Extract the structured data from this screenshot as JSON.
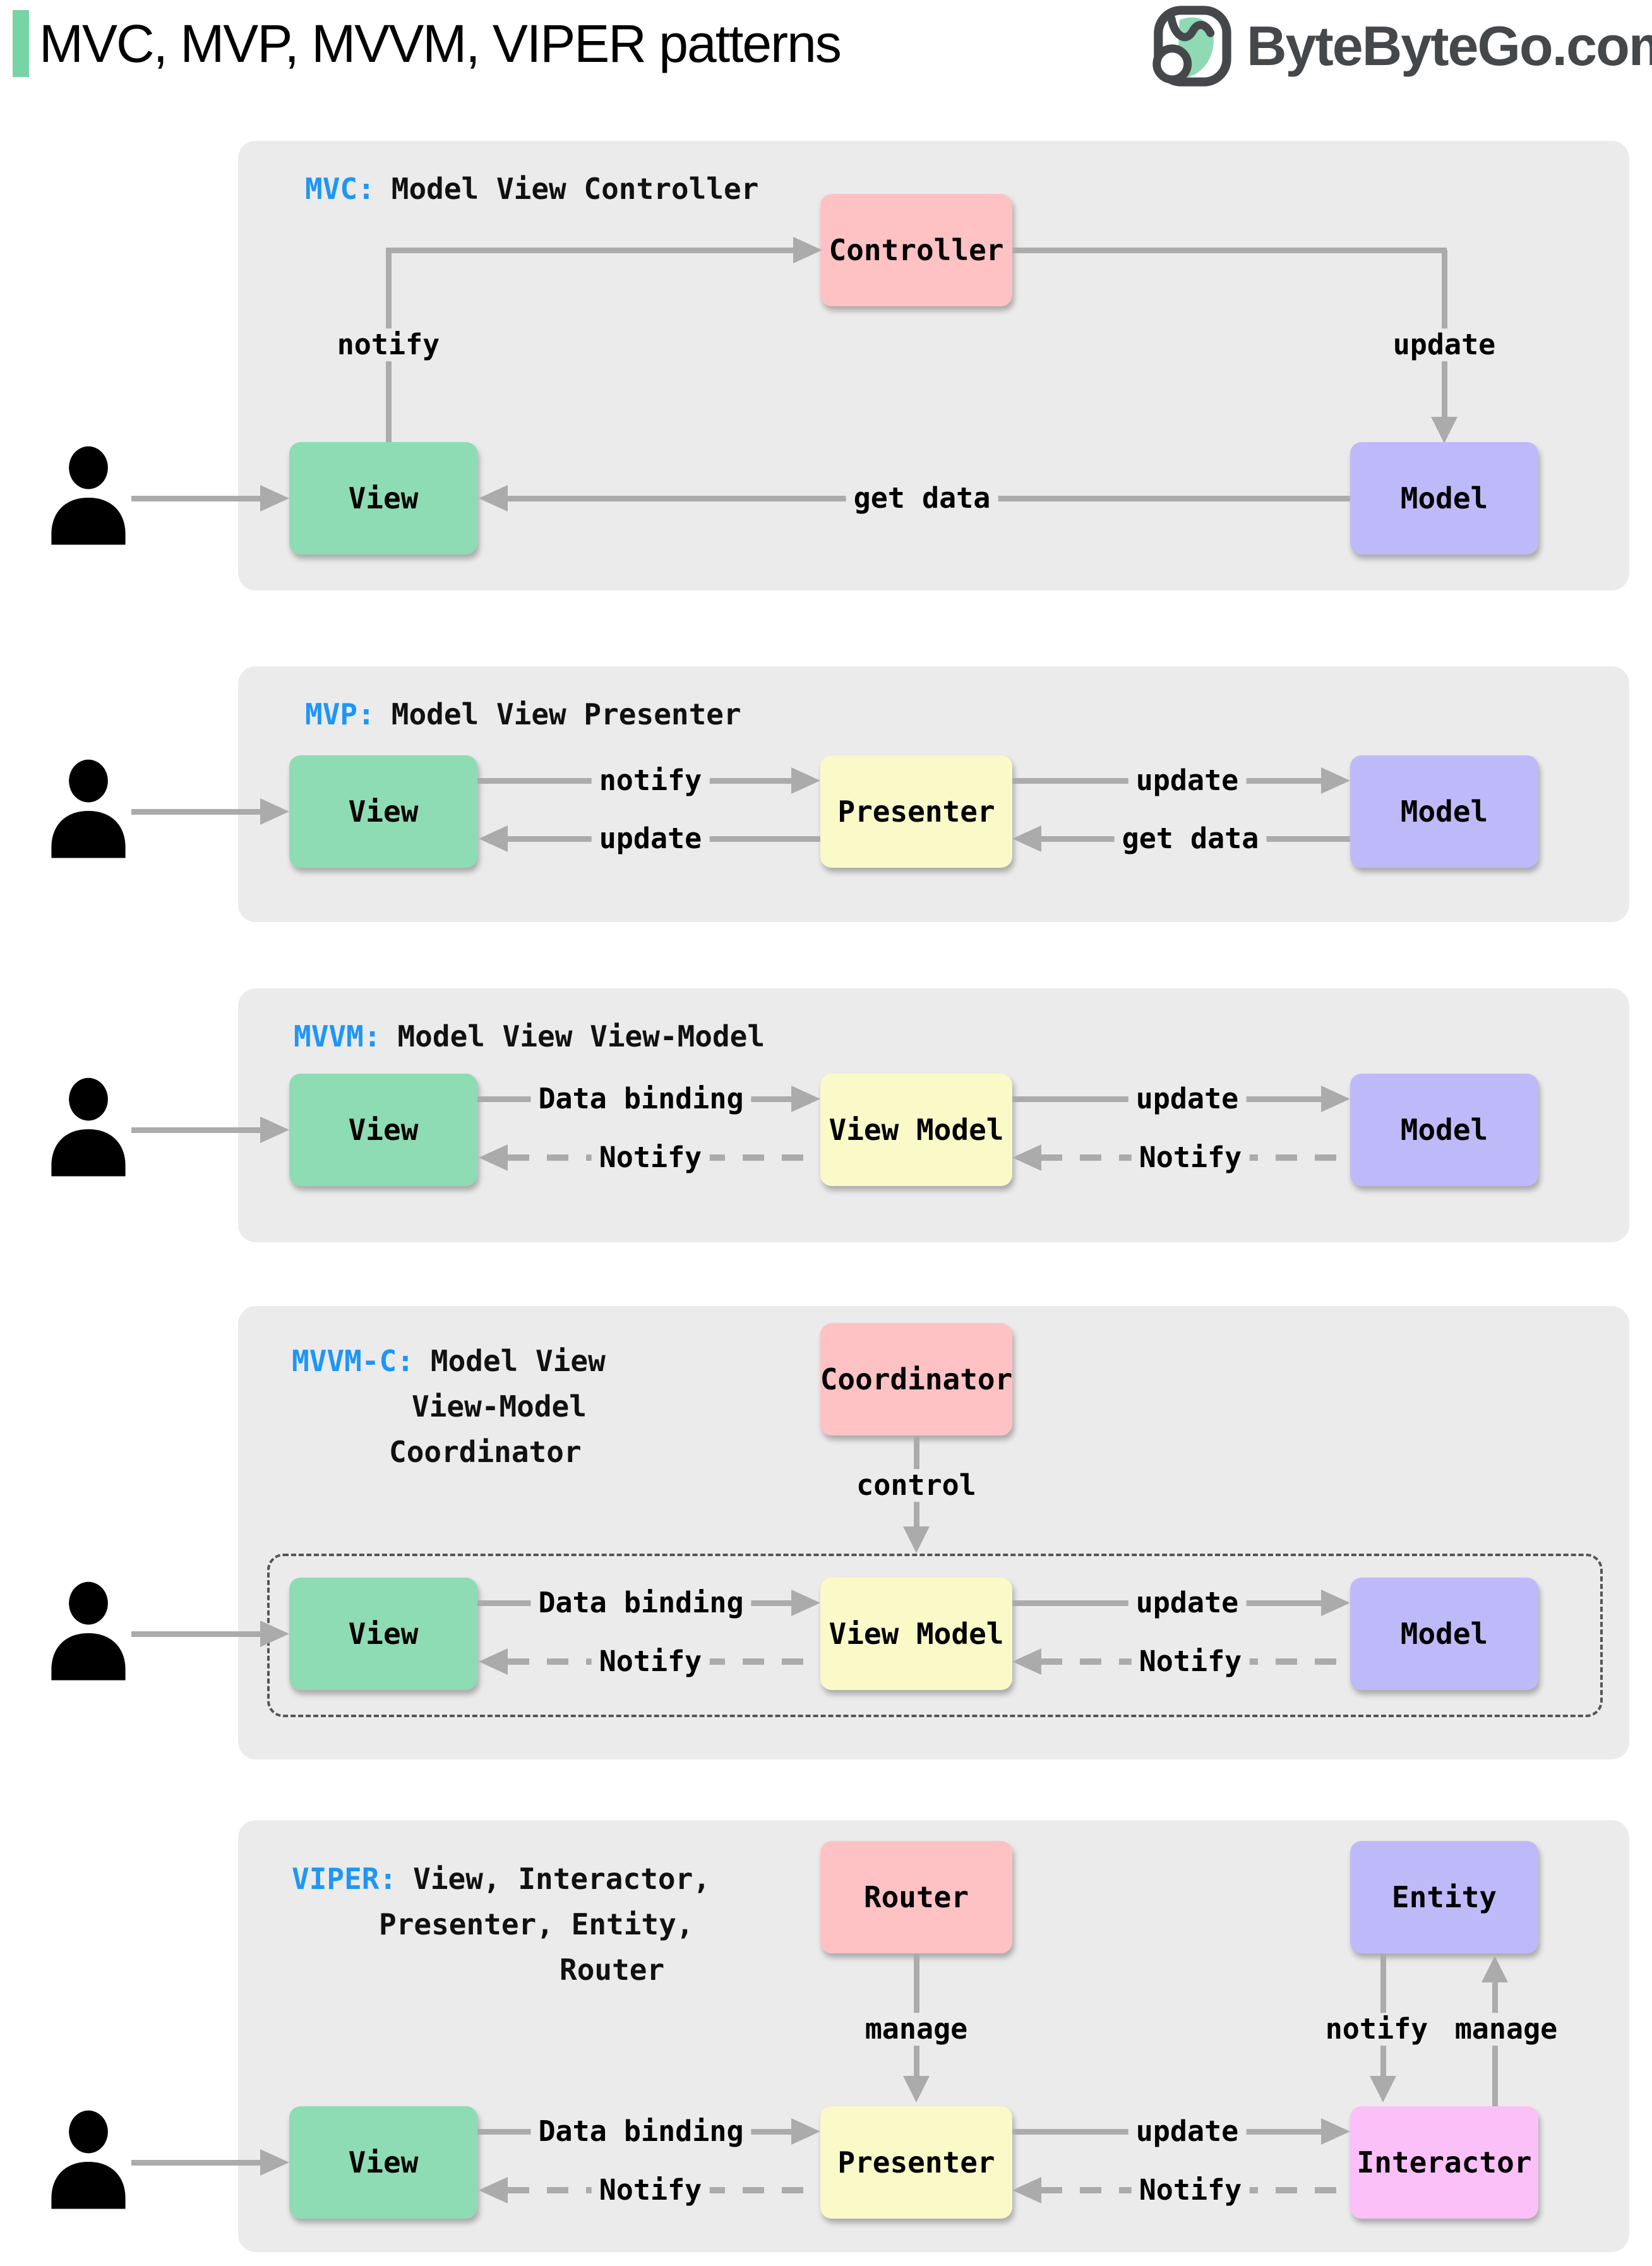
{
  "header": {
    "title": "MVC, MVP, MVVM, VIPER patterns",
    "brand": "ByteByteGo.com"
  },
  "icons": {
    "user": "person-icon",
    "logo": "bytebytego-logo-icon"
  },
  "colors": {
    "panel_bg": "#EBEBEB",
    "arrow": "#ABABAB",
    "label_blue": "#1E96F8",
    "box_green": "#8EDCB4",
    "box_pink": "#FFC2C4",
    "box_purple": "#BEBAFA",
    "box_yellow": "#FAFAC8",
    "box_magenta": "#FBC0F8",
    "accent": "#77D4A5",
    "brand": "#45484B"
  },
  "panels": {
    "mvc": {
      "abbr": "MVC:",
      "title": "Model View Controller",
      "boxes": {
        "controller": "Controller",
        "view": "View",
        "model": "Model"
      },
      "edges": {
        "notify": "notify",
        "update": "update",
        "get_data": "get data"
      }
    },
    "mvp": {
      "abbr": "MVP:",
      "title": "Model View Presenter",
      "boxes": {
        "view": "View",
        "presenter": "Presenter",
        "model": "Model"
      },
      "edges": {
        "notify": "notify",
        "update_top": "update",
        "update_bottom": "update",
        "get_data": "get data"
      }
    },
    "mvvm": {
      "abbr": "MVVM:",
      "title": "Model View View-Model",
      "boxes": {
        "view": "View",
        "view_model": "View Model",
        "model": "Model"
      },
      "edges": {
        "data_binding": "Data binding",
        "update": "update",
        "notify_left": "Notify",
        "notify_right": "Notify"
      }
    },
    "mvvmc": {
      "abbr": "MVVM-C:",
      "title_lines": [
        "Model View",
        "View-Model",
        "Coordinator"
      ],
      "boxes": {
        "coordinator": "Coordinator",
        "view": "View",
        "view_model": "View Model",
        "model": "Model"
      },
      "edges": {
        "control": "control",
        "data_binding": "Data binding",
        "update": "update",
        "notify_left": "Notify",
        "notify_right": "Notify"
      }
    },
    "viper": {
      "abbr": "VIPER:",
      "title_lines": [
        "View, Interactor,",
        "Presenter, Entity,",
        "Router"
      ],
      "boxes": {
        "router": "Router",
        "entity": "Entity",
        "view": "View",
        "presenter": "Presenter",
        "interactor": "Interactor"
      },
      "edges": {
        "manage_router": "manage",
        "notify_entity": "notify",
        "manage_entity": "manage",
        "data_binding": "Data binding",
        "update": "update",
        "notify_left": "Notify",
        "notify_right": "Notify"
      }
    }
  }
}
